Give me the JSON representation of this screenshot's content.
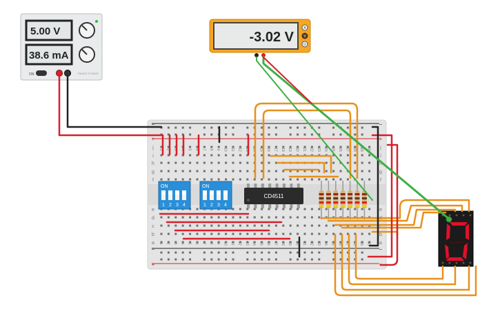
{
  "power_supply": {
    "voltage": "5.00 V",
    "current": "38.6 mA",
    "switch_label": "ON",
    "brand": "TINKER POWER"
  },
  "multimeter": {
    "reading": "-3.02 V",
    "modes": [
      "A",
      "V",
      "Ω"
    ]
  },
  "chip": {
    "label": "CD4511"
  },
  "dip_switch_1": {
    "on_label": "ON",
    "numbers": [
      "1",
      "2",
      "3",
      "4"
    ]
  },
  "dip_switch_2": {
    "on_label": "ON",
    "numbers": [
      "1",
      "2",
      "3",
      "4"
    ]
  },
  "breadboard": {
    "row_letters_top": [
      "j",
      "i",
      "h",
      "g",
      "f"
    ],
    "row_letters_bottom": [
      "e",
      "d",
      "c",
      "b",
      "a"
    ],
    "column_numbers": [
      "1",
      "2",
      "3",
      "4",
      "5",
      "6",
      "7",
      "8",
      "9",
      "10",
      "11",
      "12",
      "13",
      "14",
      "15",
      "16",
      "17",
      "18",
      "19",
      "20",
      "21",
      "22",
      "23",
      "24",
      "25",
      "26",
      "27",
      "28",
      "29",
      "30"
    ],
    "rail_plus": "+",
    "rail_minus": "−"
  },
  "seven_segment": {
    "display_digit": "0"
  },
  "colors": {
    "wire_red": "#d6202a",
    "wire_black": "#222222",
    "wire_orange": "#e8901a",
    "wire_green": "#3cb043",
    "dip_blue": "#2a8fd8",
    "chip_body": "#2b2b2b",
    "meter_frame": "#f5a623",
    "segment_on": "#e0102a"
  }
}
